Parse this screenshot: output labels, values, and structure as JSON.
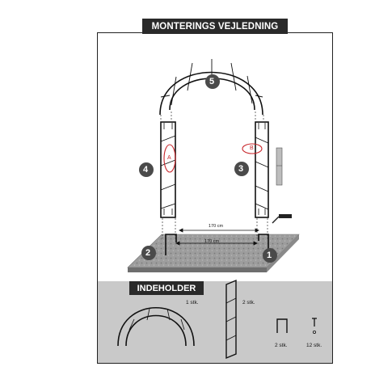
{
  "title": "MONTERINGS VEJLEDNING",
  "contents_title": "INDEHOLDER",
  "steps": {
    "one": "1",
    "two": "2",
    "three": "3",
    "four": "4",
    "five": "5"
  },
  "callouts": {
    "a": "A",
    "b": "B"
  },
  "dimensions": {
    "top": "170 cm",
    "bottom": "170 cm"
  },
  "parts": [
    {
      "qty": "1 stk."
    },
    {
      "qty": "2 stk."
    },
    {
      "qty": "2 stk."
    },
    {
      "qty": "12 stk."
    }
  ]
}
